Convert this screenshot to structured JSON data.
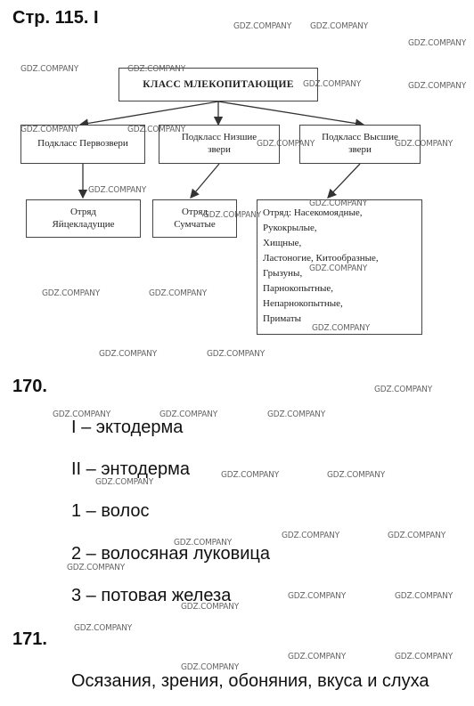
{
  "page_heading": "Стр. 115. I",
  "diagram": {
    "root": "КЛАСС МЛЕКОПИТАЮЩИЕ",
    "subclasses": [
      "Подкласс Первозвери",
      "Подкласс Низшие звери",
      "Подкласс Высшие звери"
    ],
    "orders": {
      "monotremes": [
        "Отряд",
        "Яйцекладущие"
      ],
      "marsupials": [
        "Отряд",
        "Сумчатые"
      ],
      "placental": [
        "Отряд: Насекомоядные,",
        "Рукокрылые,",
        "Хищные,",
        "Ластоногие, Китообразные,",
        "Грызуны,",
        "Парнокопытные,",
        "Непарнокопытные,",
        "Приматы"
      ]
    }
  },
  "task_170": {
    "number": "170.",
    "lines": [
      "I – эктодерма",
      "II – энтодерма",
      "1 – волос",
      "2 – волосяная луковица",
      "3 – потовая железа"
    ]
  },
  "task_171": {
    "number": "171.",
    "answer": "Осязания, зрения, обоняния, вкуса и слуха"
  },
  "watermark_text": "GDZ.COMPANY"
}
